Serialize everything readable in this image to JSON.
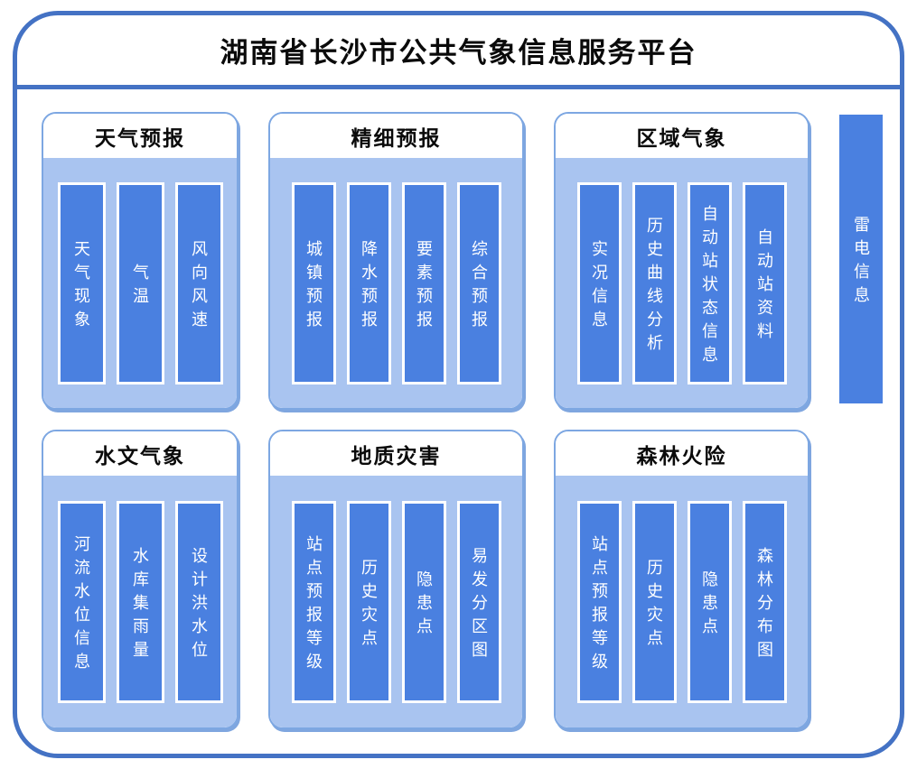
{
  "title": "湖南省长沙市公共气象信息服务平台",
  "colors": {
    "frame_border": "#4472c4",
    "panel_border": "#7da7e2",
    "panel_body": "#a9c4f0",
    "bar_fill": "#4a80e0",
    "bar_text": "#ffffff"
  },
  "panels": [
    {
      "title": "天气预报",
      "items": [
        "天气现象",
        "气温",
        "风向风速"
      ]
    },
    {
      "title": "精细预报",
      "items": [
        "城镇预报",
        "降水预报",
        "要素预报",
        "综合预报"
      ]
    },
    {
      "title": "区域气象",
      "items": [
        "实况信息",
        "历史曲线分析",
        "自动站状态信息",
        "自动站资料"
      ]
    },
    {
      "title": "水文气象",
      "items": [
        "河流水位信息",
        "水库集雨量",
        "设计洪水位"
      ]
    },
    {
      "title": "地质灾害",
      "items": [
        "站点预报等级",
        "历史灾点",
        "隐患点",
        "易发分区图"
      ]
    },
    {
      "title": "森林火险",
      "items": [
        "站点预报等级",
        "历史灾点",
        "隐患点",
        "森林分布图"
      ]
    }
  ],
  "side_bar": {
    "label": "雷电信息"
  }
}
